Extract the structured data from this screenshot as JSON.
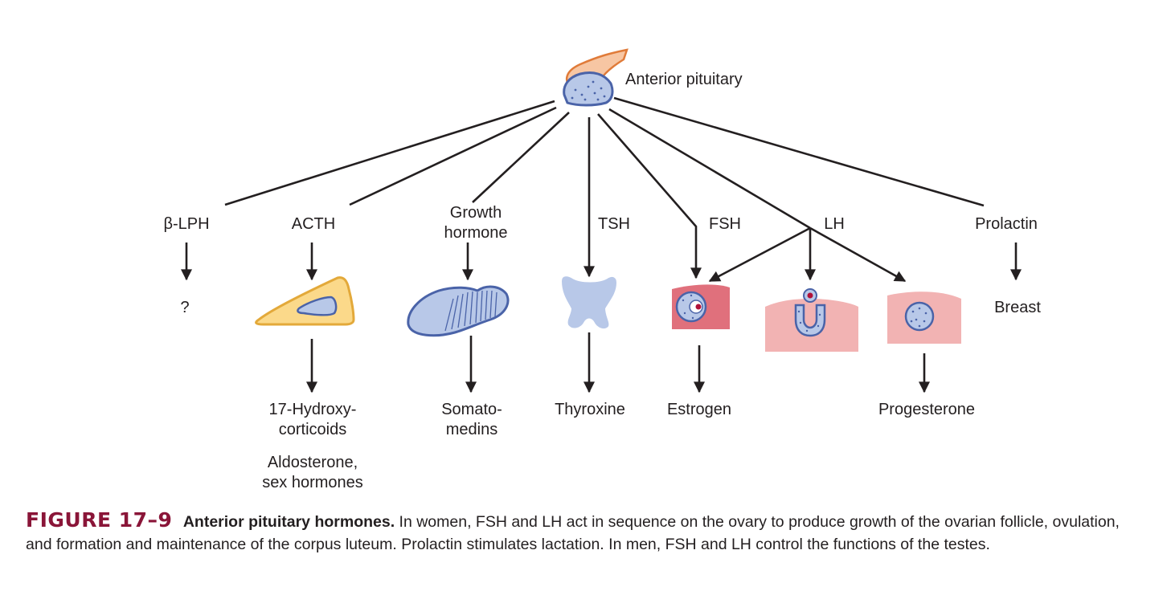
{
  "labels": {
    "source": "Anterior pituitary",
    "beta_lph": "β-LPH",
    "acth": "ACTH",
    "growth_hormone": [
      "Growth",
      "hormone"
    ],
    "tsh": "TSH",
    "fsh": "FSH",
    "lh": "LH",
    "prolactin": "Prolactin"
  },
  "targets": {
    "beta_lph": "?",
    "prolactin": "Breast"
  },
  "products": {
    "acth_primary": [
      "17-Hydroxy-",
      "corticoids"
    ],
    "acth_secondary": [
      "Aldosterone,",
      "sex hormones"
    ],
    "growth_hormone": [
      "Somato-",
      "medins"
    ],
    "tsh": "Thyroxine",
    "fsh": "Estrogen",
    "lh": "Progesterone"
  },
  "caption": {
    "figure_number": "FIGURE 17–9",
    "title": "Anterior pituitary hormones.",
    "text": "In women, FSH and LH act in sequence on the ovary to produce growth of the ovarian follicle, ovulation, and formation and maintenance of the corpus luteum. Prolactin stimulates lactation. In men, FSH and LH control the functions of the testes."
  },
  "colors": {
    "line": "#231f20",
    "pituitary_stalk": "#f7c6a3",
    "pituitary_outline": "#e07b39",
    "gland_fill": "#b8c8e8",
    "gland_outline": "#4a63a8",
    "adrenal_fill": "#fbd98a",
    "adrenal_outline": "#e3a93a",
    "ovary_dark": "#e0707c",
    "ovary_light": "#f2b3b3",
    "ovum_center": "#b0123a",
    "caption_accent": "#8a1538"
  }
}
